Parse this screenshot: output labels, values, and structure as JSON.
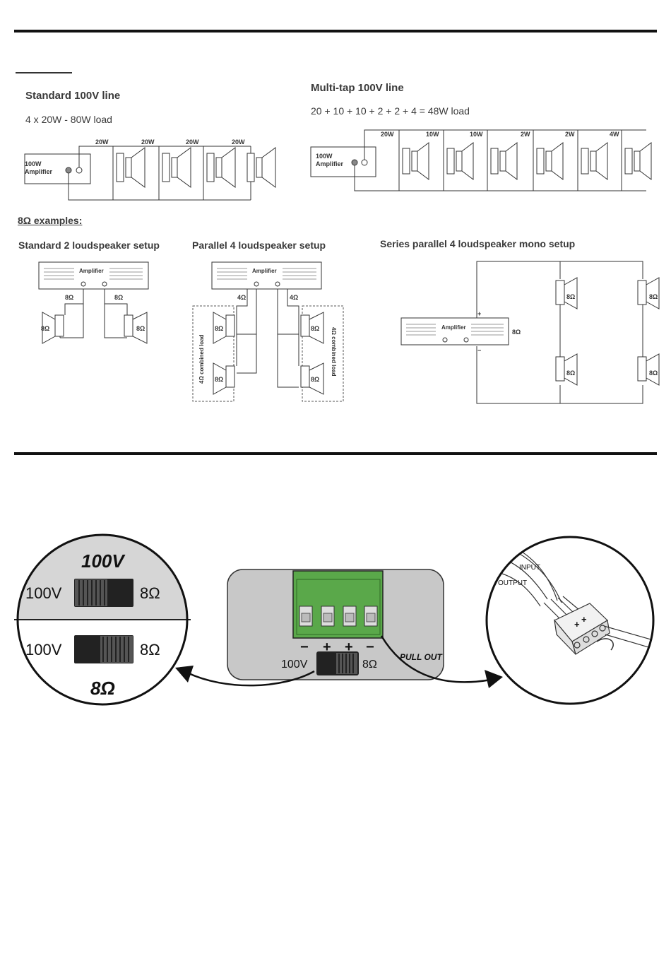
{
  "section1": {
    "std_title": "Standard 100V line",
    "std_load": "4 x 20W - 80W load",
    "std_taps": [
      "20W",
      "20W",
      "20W",
      "20W"
    ],
    "std_amp": [
      "100W",
      "Amplifier"
    ],
    "multi_title": "Multi-tap 100V line",
    "multi_load": "20 + 10 + 10 + 2 + 2 + 4 = 48W load",
    "multi_taps": [
      "20W",
      "10W",
      "10W",
      "2W",
      "2W",
      "4W"
    ],
    "multi_amp": [
      "100W",
      "Amplifier"
    ],
    "ohm_title": "8Ω examples:",
    "ex1_title": "Standard 2 loudspeaker setup",
    "ex2_title": "Parallel 4 loudspeaker setup",
    "ex3_title": "Series parallel 4 loudspeaker mono setup",
    "amp_label": "Amplifier",
    "lbl_8": "8Ω",
    "lbl_4": "4Ω",
    "lbl_combined": "4Ω combined load",
    "plus": "+",
    "minus": "−"
  },
  "section2": {
    "zoom_top": "100V",
    "zoom_bottom": "8Ω",
    "sw_left": "100V",
    "sw_right": "8Ω",
    "terminals": [
      "−",
      "+",
      "+",
      "−"
    ],
    "pull_out": "PULL OUT",
    "input": "INPUT",
    "output": "OUTPUT",
    "terminal_color": "#5aa84a",
    "panel_color": "#c8c8c8"
  }
}
